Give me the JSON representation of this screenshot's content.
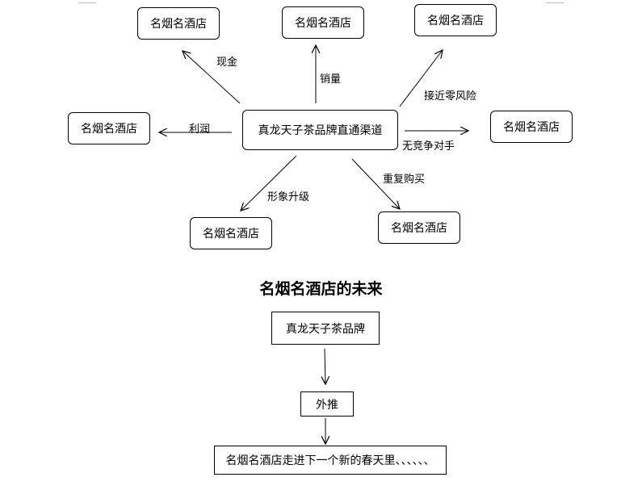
{
  "diagram": {
    "center": "真龙天子茶品牌直通渠道",
    "targets": {
      "top_left": "名烟名酒店",
      "top_center": "名烟名酒店",
      "top_right": "名烟名酒店",
      "left": "名烟名酒店",
      "right": "名烟名酒店",
      "bottom_left": "名烟名酒店",
      "bottom_right": "名烟名酒店"
    },
    "edge_labels": {
      "cash": "现金",
      "sales": "销量",
      "low_risk": "接近零风险",
      "profit": "利润",
      "no_competitor": "无竞争对手",
      "image_upgrade": "形象升级",
      "repeat_purchase": "重复购买"
    }
  },
  "future": {
    "title": "名烟名酒店的未来",
    "step1": "真龙天子茶品牌",
    "step2": "外推",
    "step3": "名烟名酒店走进下一个新的春天里、、、、、、"
  }
}
